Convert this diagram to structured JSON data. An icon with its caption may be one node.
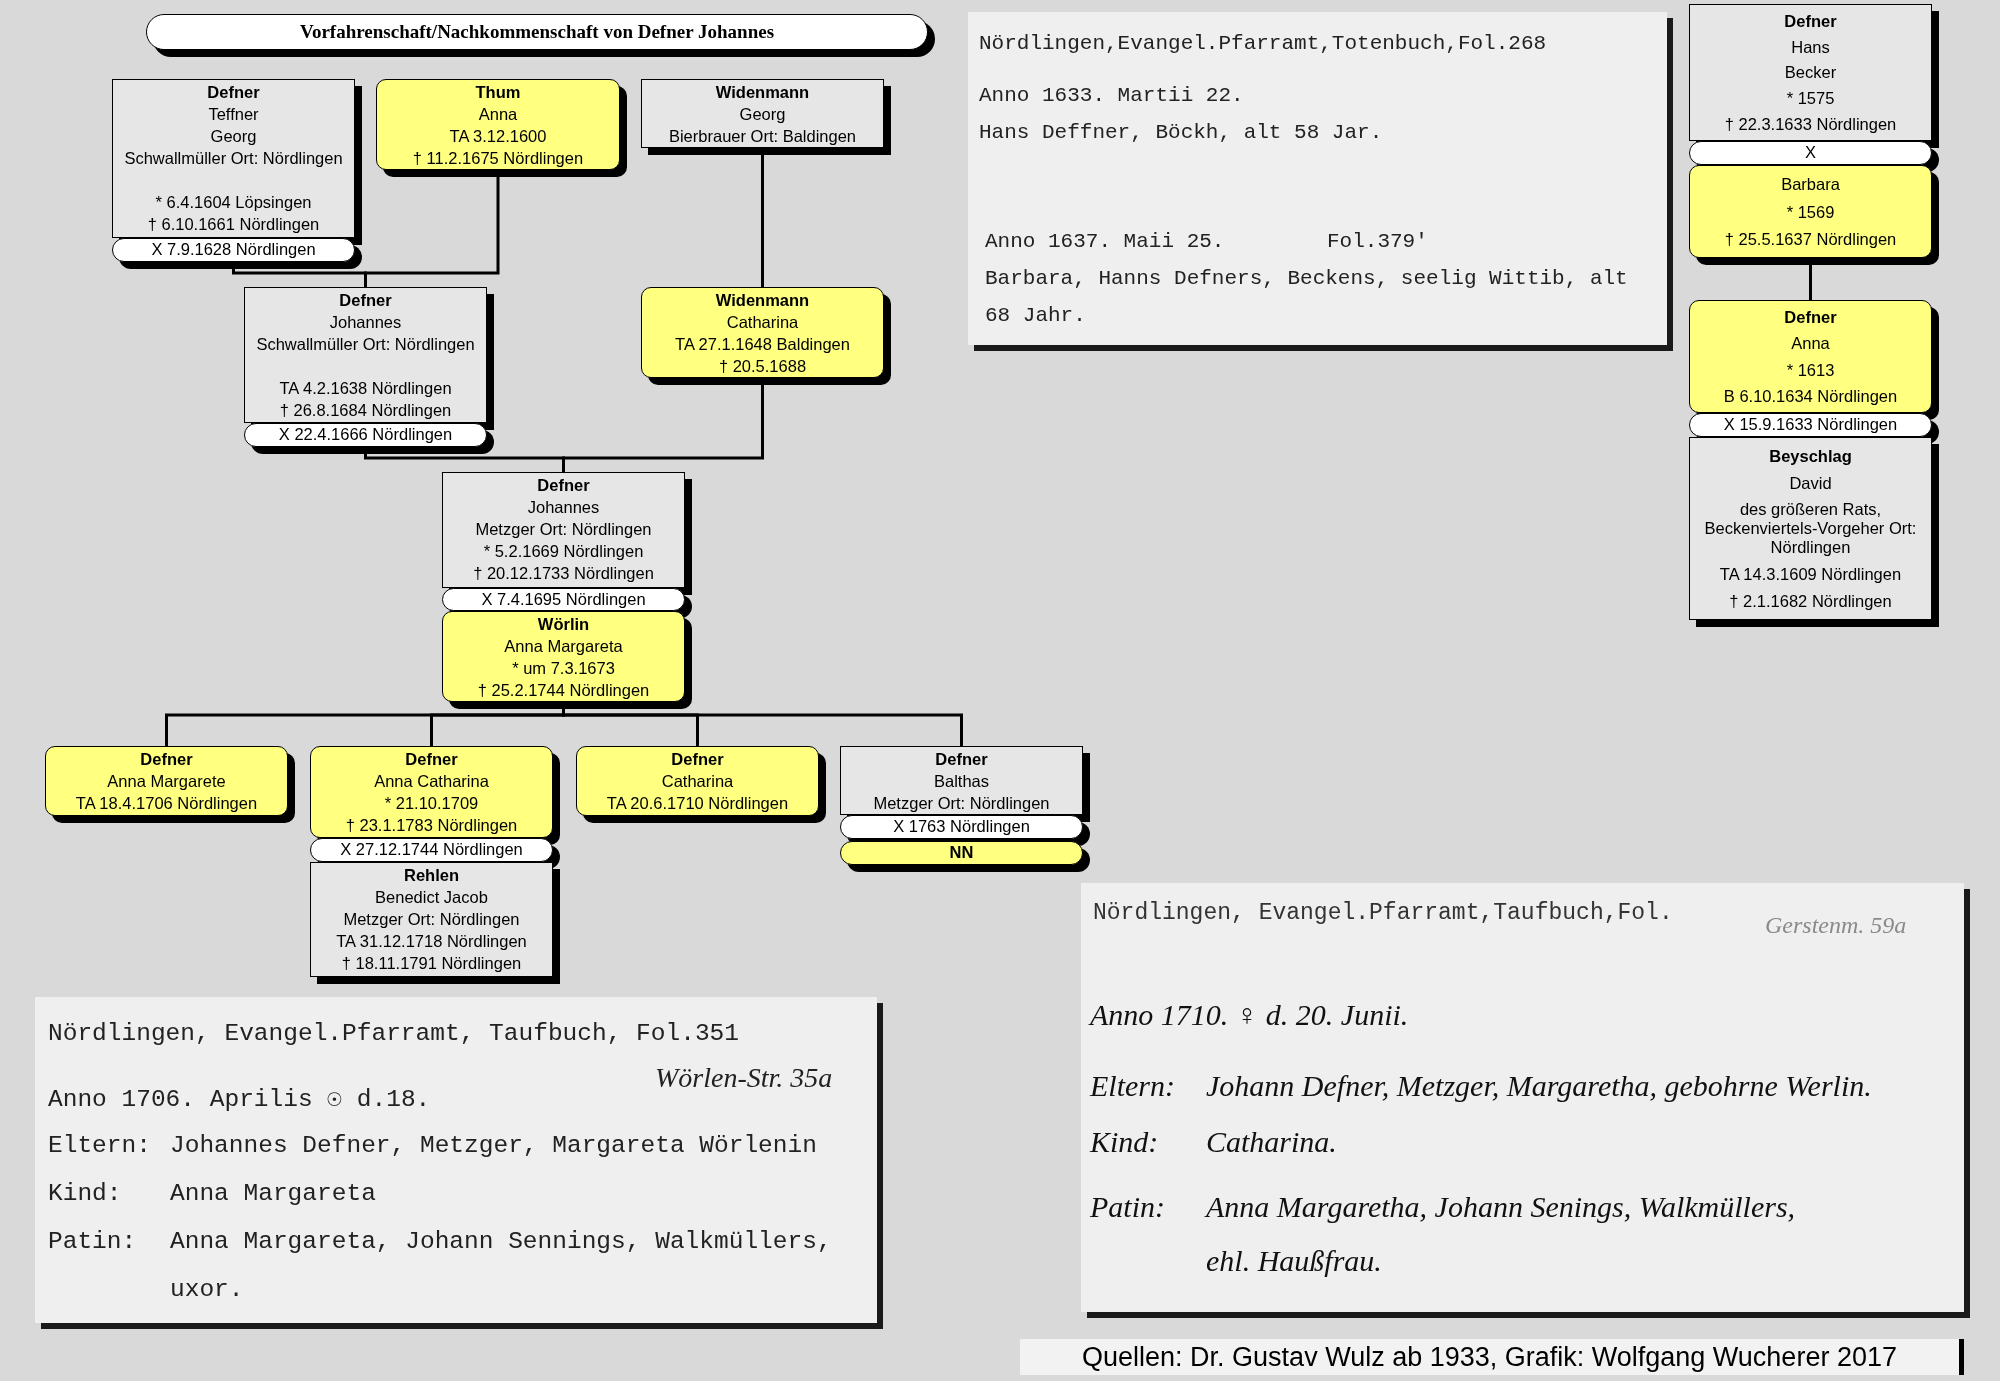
{
  "diagram": {
    "title": "Vorfahrenschaft/Nachkommenschaft von Defner Johannes",
    "caption": "Quellen: Dr. Gustav Wulz ab 1933, Grafik: Wolfgang Wucherer 2017",
    "nodes": [
      {
        "text": [
          "Defner",
          "Teffner",
          "Georg",
          "Schwallmüller Ort: Nördlingen",
          "* 6.4.1604 Löpsingen",
          "† 6.10.1661 Nördlingen"
        ]
      },
      {
        "text": [
          "X 7.9.1628 Nördlingen"
        ]
      },
      {
        "text": [
          "Thum",
          "Anna",
          "TA 3.12.1600",
          "† 11.2.1675 Nördlingen"
        ]
      },
      {
        "text": [
          "Widenmann",
          "Georg",
          "Bierbrauer Ort: Baldingen"
        ]
      },
      {
        "text": [
          "Defner",
          "Johannes",
          "Schwallmüller Ort: Nördlingen",
          "TA 4.2.1638 Nördlingen",
          "† 26.8.1684 Nördlingen"
        ]
      },
      {
        "text": [
          "X 22.4.1666 Nördlingen"
        ]
      },
      {
        "text": [
          "Widenmann",
          "Catharina",
          "TA 27.1.1648 Baldingen",
          "† 20.5.1688"
        ]
      },
      {
        "text": [
          "Defner",
          "Johannes",
          "Metzger Ort: Nördlingen",
          "* 5.2.1669 Nördlingen",
          "† 20.12.1733 Nördlingen"
        ]
      },
      {
        "text": [
          "X 7.4.1695 Nördlingen"
        ]
      },
      {
        "text": [
          "Wörlin",
          "Anna Margareta",
          "* um 7.3.1673",
          "† 25.2.1744 Nördlingen"
        ]
      },
      {
        "text": [
          "Defner",
          "Anna Margarete",
          "TA 18.4.1706 Nördlingen"
        ]
      },
      {
        "text": [
          "Defner",
          "Anna Catharina",
          "* 21.10.1709",
          "† 23.1.1783 Nördlingen"
        ]
      },
      {
        "text": [
          "X 27.12.1744 Nördlingen"
        ]
      },
      {
        "text": [
          "Rehlen",
          "Benedict Jacob",
          "Metzger Ort: Nördlingen",
          "TA 31.12.1718 Nördlingen",
          "† 18.11.1791 Nördlingen"
        ]
      },
      {
        "text": [
          "Defner",
          "Catharina",
          "TA 20.6.1710 Nördlingen"
        ]
      },
      {
        "text": [
          "Defner",
          "Balthas",
          "Metzger Ort: Nördlingen"
        ]
      },
      {
        "text": [
          "X 1763 Nördlingen"
        ]
      },
      {
        "text": [
          "NN"
        ]
      },
      {
        "text": [
          "Defner",
          "Hans",
          "Becker",
          "* 1575",
          "† 22.3.1633 Nördlingen"
        ]
      },
      {
        "text": [
          "X"
        ]
      },
      {
        "text": [
          "Barbara",
          "* 1569",
          "† 25.5.1637 Nördlingen"
        ]
      },
      {
        "text": [
          "Defner",
          "Anna",
          "* 1613",
          "B 6.10.1634 Nördlingen"
        ]
      },
      {
        "text": [
          "X 15.9.1633 Nördlingen"
        ]
      },
      {
        "text": [
          "Beyschlag",
          "David",
          "des größeren Rats, Beckenviertels-Vorgeher Ort: Nördlingen",
          "TA 14.3.1609 Nördlingen",
          "† 2.1.1682 Nördlingen"
        ]
      },
      {
        "text": [
          "Nördlingen,Evangel.Pfarramt,Totenbuch,Fol.268",
          "Anno 1633. Martii 22.",
          "Hans Deffner, Böckh, alt 58 Jar.",
          "Anno 1637. Maii 25.",
          "Fol.379'",
          "Barbara, Hanns Defners, Beckens, seelig Wittib, alt 68 Jahr."
        ]
      },
      {
        "text": [
          "Nördlingen, Evangel.Pfarramt, Taufbuch, Fol.351",
          "Wörlen-Str. 35a",
          "Anno 1706. Aprilis ☉ d.18.",
          "Eltern:",
          "Johannes Defner, Metzger, Margareta Wörlenin",
          "Kind:",
          "Anna Margareta",
          "Patin:",
          "Anna Margareta, Johann Sennings, Walkmüllers, uxor."
        ]
      },
      {
        "text": [
          "Nördlingen, Evangel.Pfarramt,Taufbuch,Fol.",
          "Gerstenm. 59a",
          "Anno 1710. ♀ d. 20. Junii.",
          "Eltern:",
          "Johann Defner, Metzger, Margaretha, gebohrne Werlin.",
          "Kind:",
          "Catharina.",
          "Patin:",
          "Anna Margaretha, Johann Senings, Walkmüllers, ehl. Haußfrau."
        ]
      }
    ],
    "edges": [
      {
        "from": 1,
        "to": 4,
        "arrow": "none"
      },
      {
        "from": 2,
        "to": 4,
        "arrow": "none"
      },
      {
        "from": 3,
        "to": 6,
        "arrow": "none"
      },
      {
        "from": 5,
        "to": 7,
        "arrow": "none"
      },
      {
        "from": 6,
        "to": 7,
        "arrow": "none"
      },
      {
        "from": 9,
        "to": 10,
        "arrow": "none"
      },
      {
        "from": 9,
        "to": 11,
        "arrow": "none"
      },
      {
        "from": 9,
        "to": 14,
        "arrow": "none"
      },
      {
        "from": 9,
        "to": 15,
        "arrow": "none"
      },
      {
        "from": 20,
        "to": 21,
        "arrow": "none"
      }
    ]
  }
}
